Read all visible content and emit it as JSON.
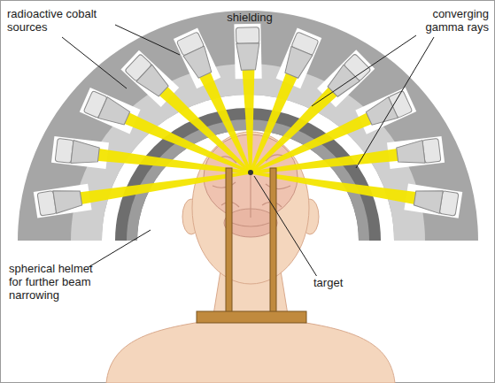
{
  "diagram": {
    "labels": [
      "radioactive cobalt sources",
      "shielding",
      "converging gamma rays",
      "spherical helmet for further beam narrowing",
      "target"
    ]
  }
}
